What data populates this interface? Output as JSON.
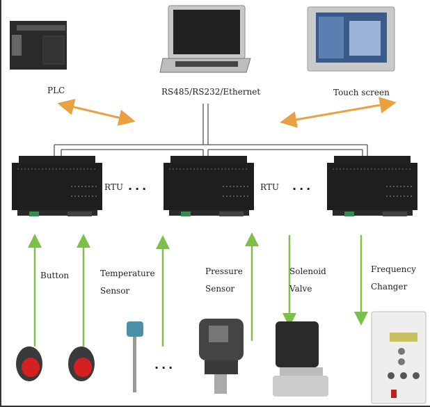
{
  "top_devices": {
    "plc": "PLC",
    "network": "RS485/RS232/Ethernet",
    "touch_screen": "Touch screen"
  },
  "rtus": [
    {
      "label": "RTU"
    },
    {
      "label": "RTU"
    },
    {
      "label": ""
    }
  ],
  "ellipsis": "...",
  "field_devices": {
    "button": "Button",
    "temperature_sensor": [
      "Temperature",
      "Sensor"
    ],
    "pressure_sensor": [
      "Pressure",
      "Sensor"
    ],
    "solenoid_valve": [
      "Solenoid",
      "Valve"
    ],
    "frequency_changer": [
      "Frequency",
      "Changer"
    ]
  },
  "colors": {
    "bus_arrow": "#e8a040",
    "signal_arrow": "#7cc04a",
    "device": "#1e1e1e"
  }
}
